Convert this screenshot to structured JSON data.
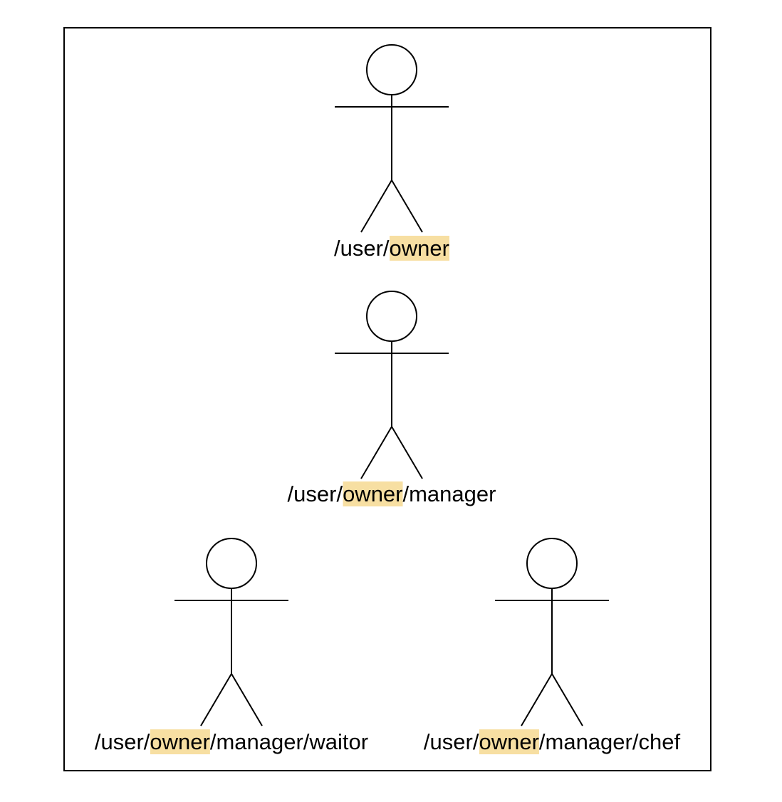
{
  "diagram": {
    "highlight_color": "#f7dfa2",
    "line_color": "#000000",
    "actors": [
      {
        "id": "owner",
        "label_parts": [
          {
            "text": "/user/",
            "highlight": false
          },
          {
            "text": "owner",
            "highlight": true
          }
        ]
      },
      {
        "id": "manager",
        "label_parts": [
          {
            "text": "/user/",
            "highlight": false
          },
          {
            "text": "owner",
            "highlight": true
          },
          {
            "text": "/manager",
            "highlight": false
          }
        ]
      },
      {
        "id": "waitor",
        "label_parts": [
          {
            "text": "/user/",
            "highlight": false
          },
          {
            "text": "owner",
            "highlight": true
          },
          {
            "text": "/manager/waitor",
            "highlight": false
          }
        ]
      },
      {
        "id": "chef",
        "label_parts": [
          {
            "text": "/user/",
            "highlight": false
          },
          {
            "text": "owner",
            "highlight": true
          },
          {
            "text": "/manager/chef",
            "highlight": false
          }
        ]
      }
    ]
  }
}
